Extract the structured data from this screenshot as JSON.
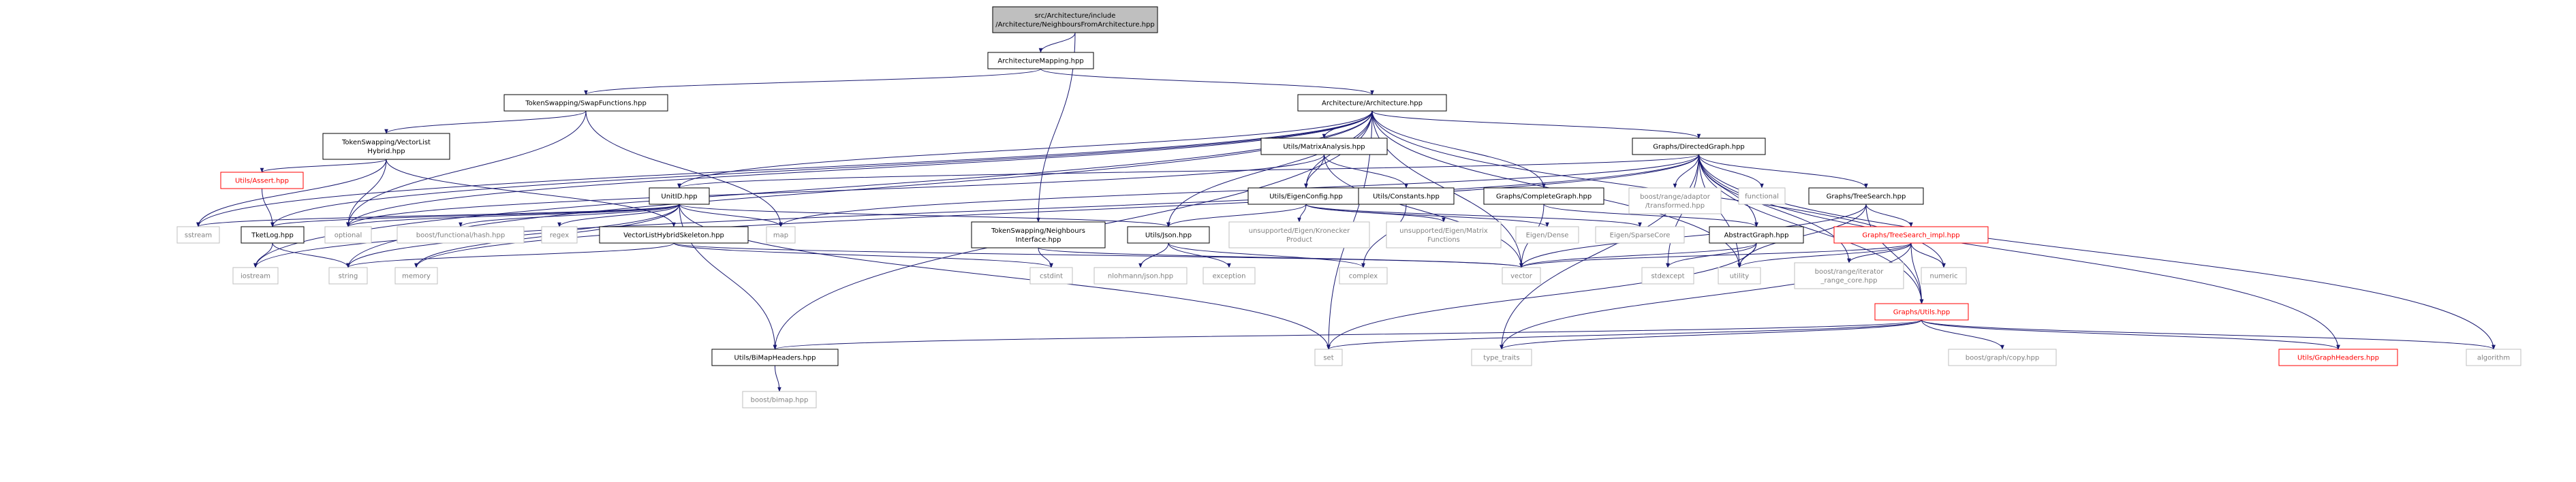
{
  "colors": {
    "root_fill": "#bfbfbf",
    "border": "#000000",
    "missing_border": "#bfbfbf",
    "missing_text": "#808080",
    "broken_border": "#ff0000",
    "broken_text": "#ff0000",
    "edge_blue": "#191970",
    "edge_dark": "#404040",
    "text": "#000000"
  },
  "nodes": [
    {
      "id": "root",
      "lines": [
        "src/Architecture/include",
        "/Architecture/NeighboursFromArchitecture.hpp"
      ],
      "style": "root"
    },
    {
      "id": "archmap",
      "lines": [
        "ArchitectureMapping.hpp"
      ],
      "style": "normal"
    },
    {
      "id": "swapfn",
      "lines": [
        "TokenSwapping/SwapFunctions.hpp"
      ],
      "style": "normal"
    },
    {
      "id": "arch",
      "lines": [
        "Architecture/Architecture.hpp"
      ],
      "style": "normal"
    },
    {
      "id": "vlh",
      "lines": [
        "TokenSwapping/VectorList",
        "Hybrid.hpp"
      ],
      "style": "normal"
    },
    {
      "id": "matrix",
      "lines": [
        "Utils/MatrixAnalysis.hpp"
      ],
      "style": "normal"
    },
    {
      "id": "digraph",
      "lines": [
        "Graphs/DirectedGraph.hpp"
      ],
      "style": "normal"
    },
    {
      "id": "assert",
      "lines": [
        "Utils/Assert.hpp"
      ],
      "style": "broken"
    },
    {
      "id": "unitid",
      "lines": [
        "UnitID.hpp"
      ],
      "style": "normal"
    },
    {
      "id": "eigencfg",
      "lines": [
        "Utils/EigenConfig.hpp"
      ],
      "style": "normal"
    },
    {
      "id": "constants",
      "lines": [
        "Utils/Constants.hpp"
      ],
      "style": "normal"
    },
    {
      "id": "complete",
      "lines": [
        "Graphs/CompleteGraph.hpp"
      ],
      "style": "normal"
    },
    {
      "id": "bra",
      "lines": [
        "boost/range/adaptor",
        "/transformed.hpp"
      ],
      "style": "missing"
    },
    {
      "id": "functional",
      "lines": [
        "functional"
      ],
      "style": "missing"
    },
    {
      "id": "treesearch",
      "lines": [
        "Graphs/TreeSearch.hpp"
      ],
      "style": "normal"
    },
    {
      "id": "sstream",
      "lines": [
        "sstream"
      ],
      "style": "missing"
    },
    {
      "id": "tketlog",
      "lines": [
        "TketLog.hpp"
      ],
      "style": "normal"
    },
    {
      "id": "optional",
      "lines": [
        "optional"
      ],
      "style": "missing"
    },
    {
      "id": "bfh",
      "lines": [
        "boost/functional/hash.hpp"
      ],
      "style": "missing"
    },
    {
      "id": "regex",
      "lines": [
        "regex"
      ],
      "style": "missing"
    },
    {
      "id": "vlhs",
      "lines": [
        "VectorListHybridSkeleton.hpp"
      ],
      "style": "normal"
    },
    {
      "id": "map",
      "lines": [
        "map"
      ],
      "style": "missing"
    },
    {
      "id": "neighif",
      "lines": [
        "TokenSwapping/Neighbours",
        "Interface.hpp"
      ],
      "style": "normal"
    },
    {
      "id": "json",
      "lines": [
        "Utils/Json.hpp"
      ],
      "style": "normal"
    },
    {
      "id": "uekp",
      "lines": [
        "unsupported/Eigen/Kronecker",
        "Product"
      ],
      "style": "missing"
    },
    {
      "id": "uemf",
      "lines": [
        "unsupported/Eigen/Matrix",
        "Functions"
      ],
      "style": "missing"
    },
    {
      "id": "edense",
      "lines": [
        "Eigen/Dense"
      ],
      "style": "missing"
    },
    {
      "id": "esparse",
      "lines": [
        "Eigen/SparseCore"
      ],
      "style": "missing"
    },
    {
      "id": "abstract",
      "lines": [
        "AbstractGraph.hpp"
      ],
      "style": "normal"
    },
    {
      "id": "tsimpl",
      "lines": [
        "Graphs/TreeSearch_impl.hpp"
      ],
      "style": "broken"
    },
    {
      "id": "iostream",
      "lines": [
        "iostream"
      ],
      "style": "missing"
    },
    {
      "id": "string",
      "lines": [
        "string"
      ],
      "style": "missing"
    },
    {
      "id": "memory",
      "lines": [
        "memory"
      ],
      "style": "missing"
    },
    {
      "id": "cstdint",
      "lines": [
        "cstdint"
      ],
      "style": "missing"
    },
    {
      "id": "nlohmann",
      "lines": [
        "nlohmann/json.hpp"
      ],
      "style": "missing"
    },
    {
      "id": "exception",
      "lines": [
        "exception"
      ],
      "style": "missing"
    },
    {
      "id": "complex",
      "lines": [
        "complex"
      ],
      "style": "missing"
    },
    {
      "id": "vector",
      "lines": [
        "vector"
      ],
      "style": "missing"
    },
    {
      "id": "stdexcept",
      "lines": [
        "stdexcept"
      ],
      "style": "missing"
    },
    {
      "id": "utility",
      "lines": [
        "utility"
      ],
      "style": "missing"
    },
    {
      "id": "brirc",
      "lines": [
        "boost/range/iterator",
        "_range_core.hpp"
      ],
      "style": "missing"
    },
    {
      "id": "numeric",
      "lines": [
        "numeric"
      ],
      "style": "missing"
    },
    {
      "id": "gutils",
      "lines": [
        "Graphs/Utils.hpp"
      ],
      "style": "broken"
    },
    {
      "id": "bimap",
      "lines": [
        "Utils/BiMapHeaders.hpp"
      ],
      "style": "normal"
    },
    {
      "id": "set",
      "lines": [
        "set"
      ],
      "style": "missing"
    },
    {
      "id": "typetraits",
      "lines": [
        "type_traits"
      ],
      "style": "missing"
    },
    {
      "id": "bgc",
      "lines": [
        "boost/graph/copy.hpp"
      ],
      "style": "missing"
    },
    {
      "id": "gheaders",
      "lines": [
        "Utils/GraphHeaders.hpp"
      ],
      "style": "broken"
    },
    {
      "id": "algorithm",
      "lines": [
        "algorithm"
      ],
      "style": "missing"
    },
    {
      "id": "boostbimap",
      "lines": [
        "boost/bimap.hpp"
      ],
      "style": "missing"
    }
  ],
  "edges": [
    [
      "root",
      "archmap"
    ],
    [
      "root",
      "neighif"
    ],
    [
      "archmap",
      "swapfn"
    ],
    [
      "archmap",
      "arch"
    ],
    [
      "swapfn",
      "vlh"
    ],
    [
      "swapfn",
      "optional"
    ],
    [
      "swapfn",
      "map"
    ],
    [
      "arch",
      "digraph"
    ],
    [
      "arch",
      "matrix"
    ],
    [
      "arch",
      "unitid"
    ],
    [
      "arch",
      "eigencfg"
    ],
    [
      "arch",
      "complete"
    ],
    [
      "arch",
      "json"
    ],
    [
      "arch",
      "bimap"
    ],
    [
      "arch",
      "tketlog"
    ],
    [
      "arch",
      "optional"
    ],
    [
      "arch",
      "vector"
    ],
    [
      "arch",
      "utility"
    ],
    [
      "arch",
      "set"
    ],
    [
      "arch",
      "numeric"
    ],
    [
      "arch",
      "iostream"
    ],
    [
      "arch",
      "string"
    ],
    [
      "arch",
      "sstream"
    ],
    [
      "vlh",
      "assert"
    ],
    [
      "vlh",
      "vlhs"
    ],
    [
      "vlh",
      "optional"
    ],
    [
      "vlh",
      "sstream"
    ],
    [
      "assert",
      "tketlog"
    ],
    [
      "matrix",
      "eigencfg"
    ],
    [
      "matrix",
      "constants"
    ],
    [
      "matrix",
      "optional"
    ],
    [
      "matrix",
      "vector"
    ],
    [
      "digraph",
      "abstract"
    ],
    [
      "digraph",
      "treesearch"
    ],
    [
      "digraph",
      "gutils"
    ],
    [
      "digraph",
      "bra"
    ],
    [
      "digraph",
      "functional"
    ],
    [
      "digraph",
      "unitid"
    ],
    [
      "digraph",
      "map"
    ],
    [
      "digraph",
      "memory"
    ],
    [
      "digraph",
      "utility"
    ],
    [
      "digraph",
      "stdexcept"
    ],
    [
      "digraph",
      "brirc"
    ],
    [
      "digraph",
      "typetraits"
    ],
    [
      "digraph",
      "algorithm"
    ],
    [
      "digraph",
      "gheaders"
    ],
    [
      "digraph",
      "iostream"
    ],
    [
      "unitid",
      "json"
    ],
    [
      "unitid",
      "tketlog"
    ],
    [
      "unitid",
      "bfh"
    ],
    [
      "unitid",
      "regex"
    ],
    [
      "unitid",
      "optional"
    ],
    [
      "unitid",
      "map"
    ],
    [
      "unitid",
      "memory"
    ],
    [
      "unitid",
      "string"
    ],
    [
      "unitid",
      "sstream"
    ],
    [
      "unitid",
      "set"
    ],
    [
      "unitid",
      "bimap"
    ],
    [
      "eigencfg",
      "json"
    ],
    [
      "eigencfg",
      "uekp"
    ],
    [
      "eigencfg",
      "uemf"
    ],
    [
      "eigencfg",
      "edense"
    ],
    [
      "eigencfg",
      "esparse"
    ],
    [
      "constants",
      "complex"
    ],
    [
      "complete",
      "abstract"
    ],
    [
      "complete",
      "vector"
    ],
    [
      "treesearch",
      "tsimpl"
    ],
    [
      "treesearch",
      "gutils"
    ],
    [
      "treesearch",
      "vector"
    ],
    [
      "treesearch",
      "utility"
    ],
    [
      "tketlog",
      "iostream"
    ],
    [
      "tketlog",
      "string"
    ],
    [
      "vlhs",
      "string"
    ],
    [
      "vlhs",
      "cstdint"
    ],
    [
      "vlhs",
      "vector"
    ],
    [
      "neighif",
      "cstdint"
    ],
    [
      "neighif",
      "vector"
    ],
    [
      "json",
      "nlohmann"
    ],
    [
      "json",
      "exception"
    ],
    [
      "json",
      "complex"
    ],
    [
      "abstract",
      "vector"
    ],
    [
      "abstract",
      "stdexcept"
    ],
    [
      "abstract",
      "utility"
    ],
    [
      "abstract",
      "set"
    ],
    [
      "tsimpl",
      "gutils"
    ],
    [
      "tsimpl",
      "brirc"
    ],
    [
      "tsimpl",
      "typetraits"
    ],
    [
      "tsimpl",
      "numeric"
    ],
    [
      "tsimpl",
      "utility"
    ],
    [
      "tsimpl",
      "vector"
    ],
    [
      "gutils",
      "bimap"
    ],
    [
      "gutils",
      "set"
    ],
    [
      "gutils",
      "typetraits"
    ],
    [
      "gutils",
      "bgc"
    ],
    [
      "gutils",
      "gheaders"
    ],
    [
      "gutils",
      "algorithm"
    ],
    [
      "bimap",
      "boostbimap"
    ]
  ]
}
